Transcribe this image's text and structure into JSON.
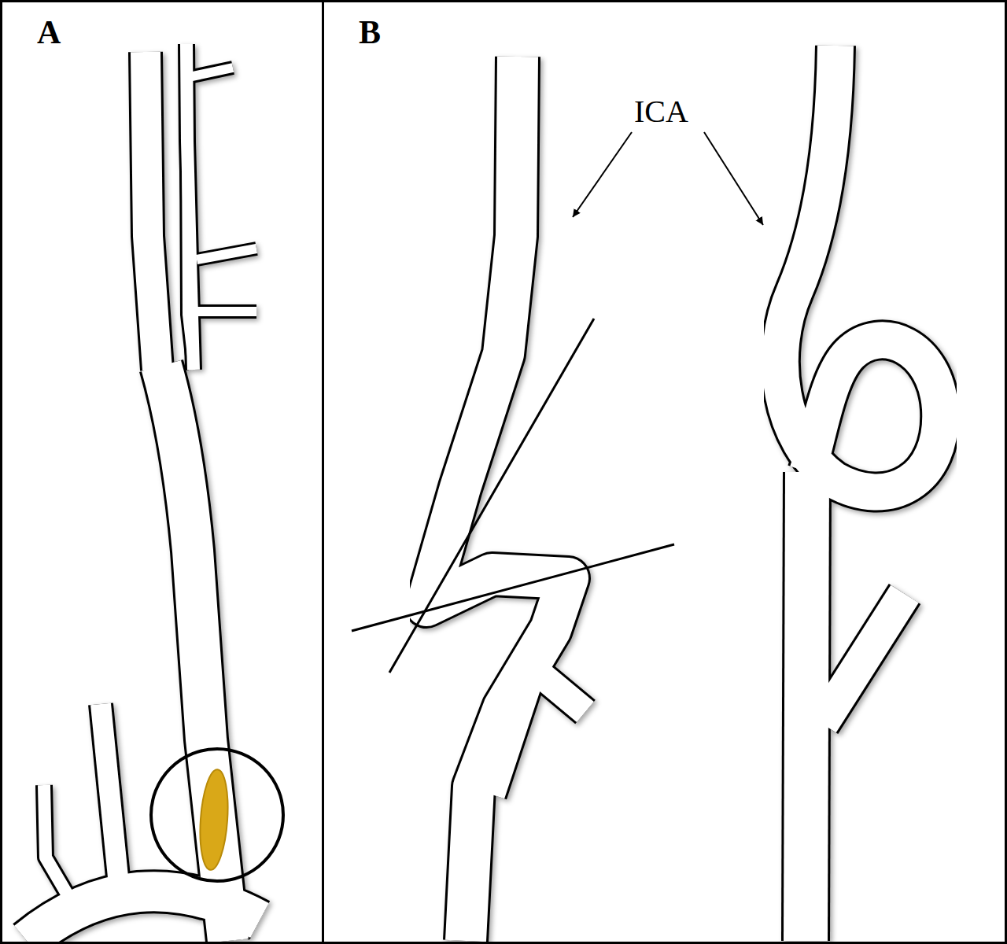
{
  "diagram": {
    "nodes": [
      {
        "text": [
          "A"
        ]
      },
      {
        "text": [
          "B"
        ]
      }
    ],
    "labels": [
      "ICA"
    ]
  }
}
